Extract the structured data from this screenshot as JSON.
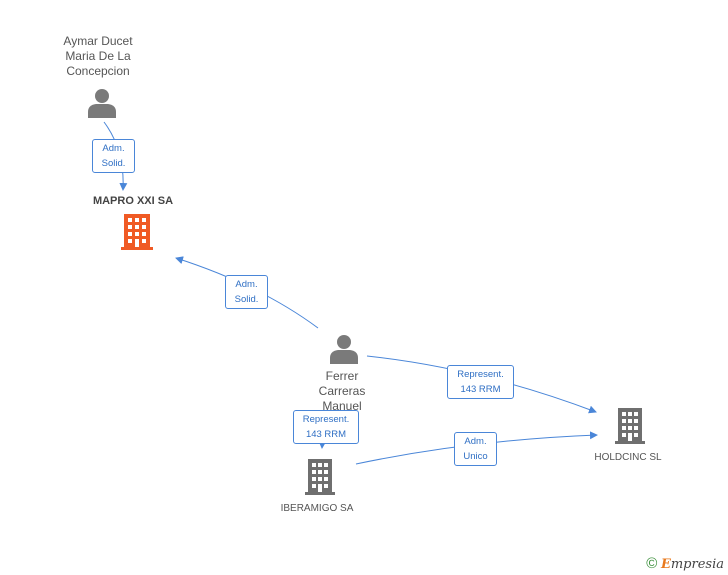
{
  "nodes": {
    "person_aymar": {
      "label_lines": [
        "Aymar Ducet",
        "Maria De La",
        "Concepcion"
      ]
    },
    "person_ferrer": {
      "label_lines": [
        "Ferrer",
        "Carreras",
        "Manuel"
      ]
    },
    "company_mapro": {
      "label": "MAPRO XXI SA"
    },
    "company_iberamigo": {
      "label": "IBERAMIGO SA"
    },
    "company_holdcinc": {
      "label": "HOLDCINC SL"
    }
  },
  "edges": {
    "aymar_mapro": {
      "lines": [
        "Adm.",
        "Solid."
      ]
    },
    "ferrer_mapro": {
      "lines": [
        "Adm.",
        "Solid."
      ]
    },
    "ferrer_holdcinc": {
      "lines": [
        "Represent.",
        "143 RRM"
      ]
    },
    "ferrer_iberamigo": {
      "lines": [
        "Represent.",
        "143 RRM"
      ]
    },
    "iberamigo_holdcinc": {
      "lines": [
        "Adm.",
        "Unico"
      ]
    }
  },
  "colors": {
    "edge": "#4a86d8",
    "focus_company": "#f05a24",
    "company": "#6f6f6f",
    "person": "#7a7a7a"
  },
  "brand": {
    "copyright": "©",
    "initial": "E",
    "rest": "mpresia"
  }
}
